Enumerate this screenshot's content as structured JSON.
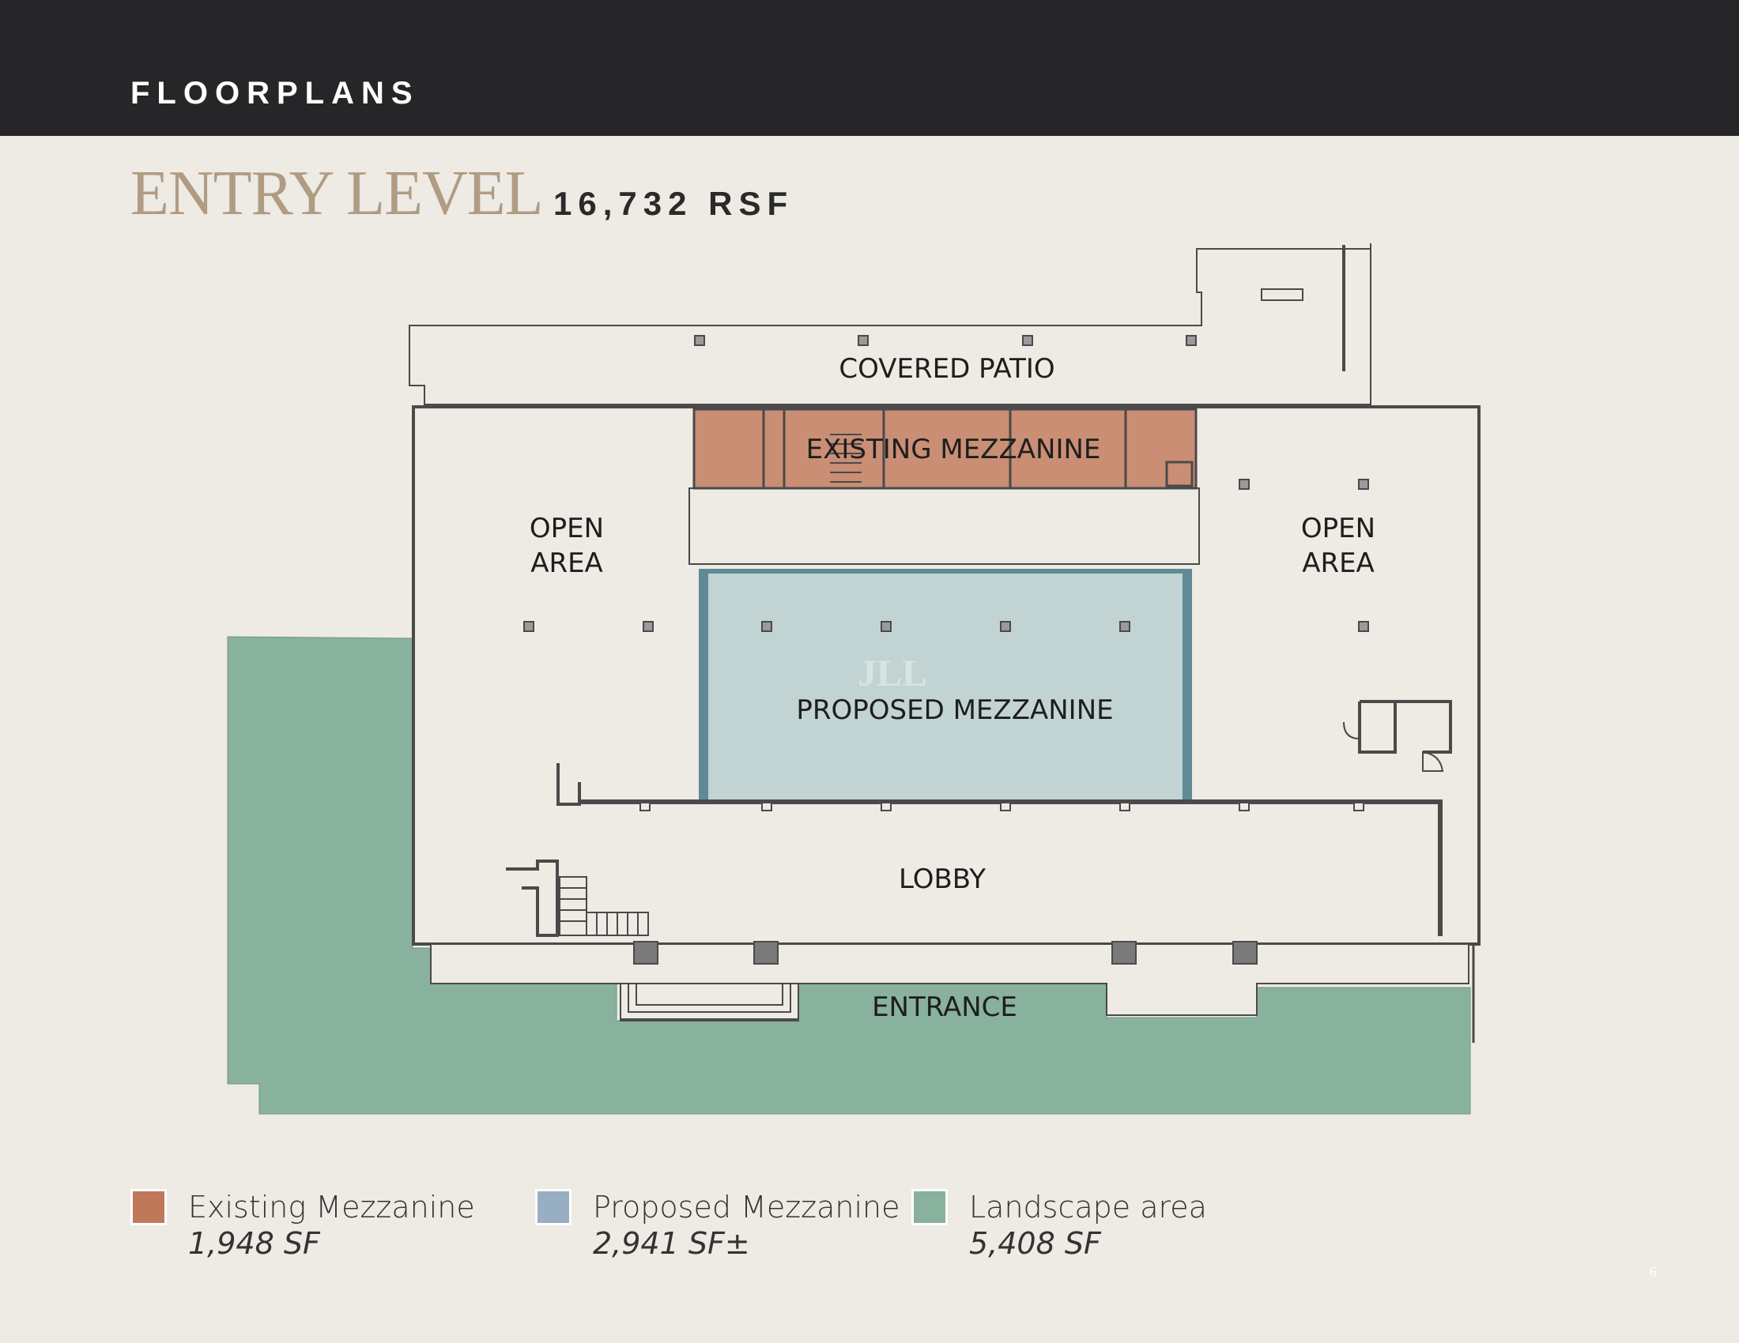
{
  "header": {
    "title": "FLOORPLANS"
  },
  "page": {
    "title": "ENTRY LEVEL",
    "subtitle": "16,732 RSF",
    "number": "6"
  },
  "plan": {
    "labels": {
      "covered_patio": "COVERED PATIO",
      "existing_mezzanine": "EXISTING MEZZANINE",
      "open_area_left_1": "OPEN",
      "open_area_left_2": "AREA",
      "open_area_right_1": "OPEN",
      "open_area_right_2": "AREA",
      "proposed_mezzanine": "PROPOSED MEZZANINE",
      "lobby": "LOBBY",
      "entrance": "ENTRANCE",
      "watermark": "JLL"
    }
  },
  "legend": [
    {
      "label": "Existing Mezzanine",
      "value": "1,948 SF",
      "color": "#c0785a"
    },
    {
      "label": "Proposed Mezzanine",
      "value": "2,941 SF±",
      "color": "#97aec3"
    },
    {
      "label": "Landscape area",
      "value": "5,408 SF",
      "color": "#88b19e"
    }
  ],
  "colors": {
    "header_bg": "#262628",
    "page_bg": "#eeeae4",
    "title": "#b09c82",
    "existing_fill": "#c98e74",
    "proposed_fill": "#c2d3d3",
    "proposed_border": "#5f8b96",
    "landscape_fill": "#88b19e",
    "wall": "#4a4a4a"
  }
}
